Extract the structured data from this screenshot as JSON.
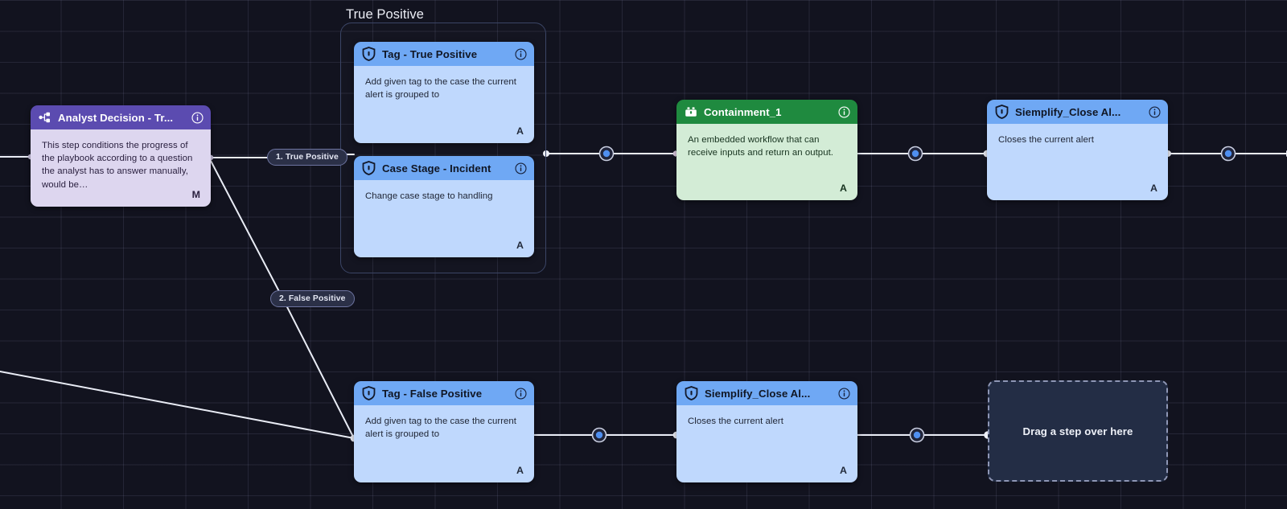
{
  "canvas": {
    "background_color": "#12131f",
    "grid_line_color": "#9496be"
  },
  "groups": [
    {
      "name": "true-positive-group",
      "title": "True Positive",
      "border_color": "#3b4566"
    }
  ],
  "nodes": [
    {
      "id": "analyst-decision",
      "variant": "purple",
      "icon": "branch-fork-icon",
      "title": "Analyst Decision - Tr...",
      "description": "This step conditions the progress of the playbook according to a question the analyst has to answer manually, would be…",
      "badge": "M",
      "header_color": "#5b4bb0",
      "body_color": "#ddd6ef"
    },
    {
      "id": "tag-true-positive",
      "variant": "blue",
      "icon": "shield-icon",
      "title": "Tag - True Positive",
      "description": "Add given tag to the case the current alert is grouped to",
      "badge": "A",
      "header_color": "#6fa8f4",
      "body_color": "#bfd8fd"
    },
    {
      "id": "case-stage-incident",
      "variant": "blue",
      "icon": "shield-icon",
      "title": "Case Stage - Incident",
      "description": "Change case stage to handling",
      "badge": "A",
      "header_color": "#6fa8f4",
      "body_color": "#bfd8fd"
    },
    {
      "id": "containment-1",
      "variant": "green",
      "icon": "workflow-block-icon",
      "title": "Containment_1",
      "description": "An embedded workflow that can receive inputs and return an output.",
      "badge": "A",
      "header_color": "#1f8a3f",
      "body_color": "#d3ecd6"
    },
    {
      "id": "siemplify-close-alert-top",
      "variant": "blue",
      "icon": "shield-icon",
      "title": "Siemplify_Close Al...",
      "description": "Closes the current alert",
      "badge": "A",
      "header_color": "#6fa8f4",
      "body_color": "#bfd8fd"
    },
    {
      "id": "tag-false-positive",
      "variant": "blue",
      "icon": "shield-icon",
      "title": "Tag - False Positive",
      "description": "Add given tag to the case the current alert is grouped to",
      "badge": "A",
      "header_color": "#6fa8f4",
      "body_color": "#bfd8fd"
    },
    {
      "id": "siemplify-close-alert-bottom",
      "variant": "blue",
      "icon": "shield-icon",
      "title": "Siemplify_Close Al...",
      "description": "Closes the current alert",
      "badge": "A",
      "header_color": "#6fa8f4",
      "body_color": "#bfd8fd"
    }
  ],
  "placeholder": {
    "label": "Drag a step over here",
    "border_color": "#8e96b5",
    "fill_color": "#232d45"
  },
  "edge_labels": [
    {
      "id": "branch-1",
      "text": "1. True Positive"
    },
    {
      "id": "branch-2",
      "text": "2. False Positive"
    }
  ]
}
